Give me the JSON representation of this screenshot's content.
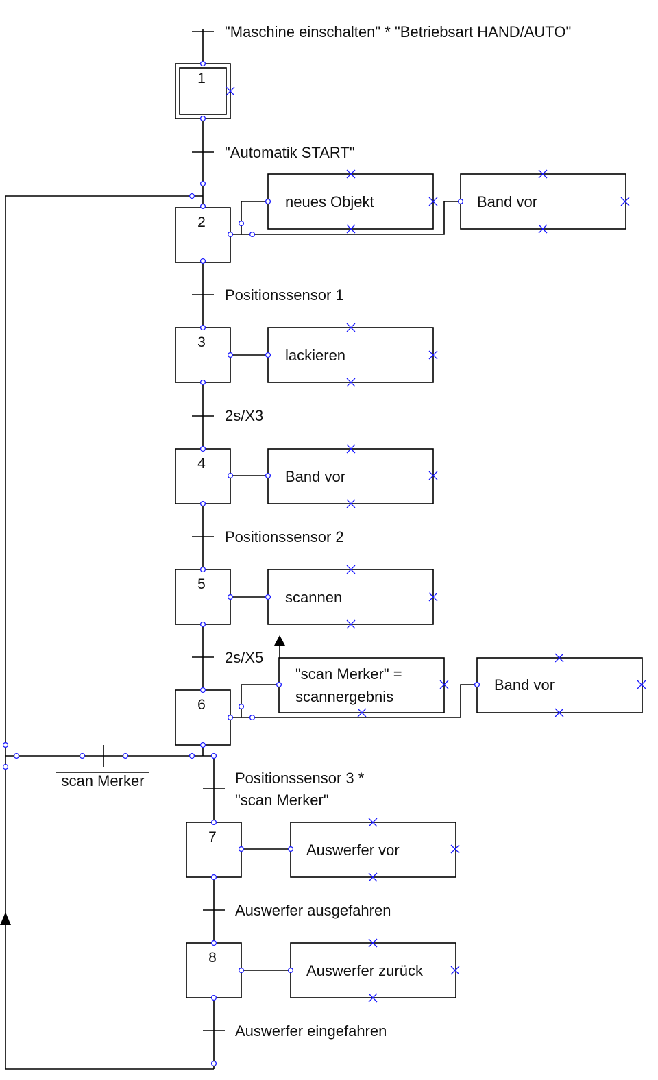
{
  "colors": {
    "line": "#000000",
    "marker": "#1a1aff",
    "text": "#111111",
    "background": "#ffffff"
  },
  "steps": [
    {
      "number": "1",
      "initial": true
    },
    {
      "number": "2"
    },
    {
      "number": "3"
    },
    {
      "number": "4"
    },
    {
      "number": "5"
    },
    {
      "number": "6"
    },
    {
      "number": "7"
    },
    {
      "number": "8"
    }
  ],
  "transitions": [
    {
      "lines": [
        "\"Maschine einschalten\" * \"Betriebsart HAND/AUTO\""
      ]
    },
    {
      "lines": [
        "\"Automatik START\""
      ]
    },
    {
      "lines": [
        "Positionssensor 1"
      ]
    },
    {
      "lines": [
        "2s/X3"
      ]
    },
    {
      "lines": [
        "Positionssensor 2"
      ]
    },
    {
      "lines": [
        "2s/X5"
      ]
    },
    {
      "lines": [
        "Positionssensor 3 *",
        "\"scan Merker\""
      ]
    },
    {
      "lines": [
        "Auswerfer ausgefahren"
      ]
    },
    {
      "lines": [
        "Auswerfer eingefahren"
      ]
    }
  ],
  "branch_transition": {
    "label": "scan Merker",
    "negated": true
  },
  "actions": [
    {
      "step": "2",
      "lines": [
        "neues Objekt"
      ]
    },
    {
      "step": "2",
      "lines": [
        "Band vor"
      ]
    },
    {
      "step": "3",
      "lines": [
        "lackieren"
      ]
    },
    {
      "step": "4",
      "lines": [
        "Band vor"
      ]
    },
    {
      "step": "5",
      "lines": [
        "scannen"
      ]
    },
    {
      "step": "6",
      "lines": [
        "\"scan Merker\" =",
        "scannergebnis"
      ]
    },
    {
      "step": "6",
      "lines": [
        "Band vor"
      ]
    },
    {
      "step": "7",
      "lines": [
        "Auswerfer vor"
      ]
    },
    {
      "step": "8",
      "lines": [
        "Auswerfer zurück"
      ]
    }
  ]
}
